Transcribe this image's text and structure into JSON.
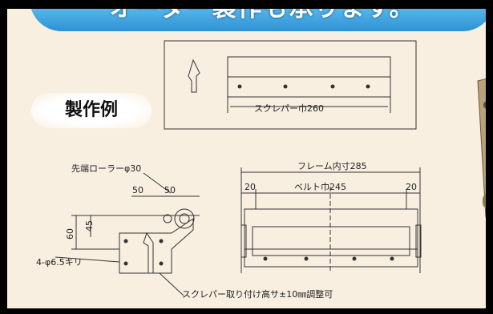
{
  "banner": {
    "title": "オーダー製作も承ります。"
  },
  "sample_label": "製作例",
  "top_drawing": {
    "width_label": "スクレパー巾260"
  },
  "bottom_drawing": {
    "roller_label": "先端ローラーφ30",
    "dim_50_a": "50",
    "dim_50_b": "50",
    "dim_60": "60",
    "dim_45": "45",
    "holes_label": "4-φ6.5キリ",
    "frame_label": "フレーム内寸285",
    "belt_label": "ベルト巾245",
    "dim_20_left": "20",
    "dim_20_right": "20",
    "adjust_label": "スクレパー取り付け高サ±10㎜調整可"
  }
}
